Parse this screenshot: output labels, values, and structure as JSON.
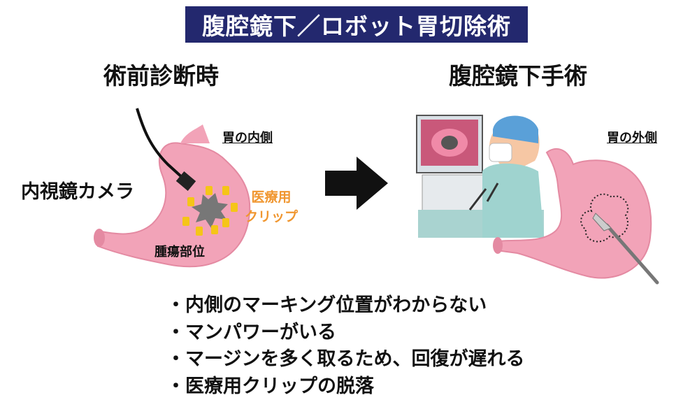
{
  "title": "腹腔鏡下／ロボット胃切除術",
  "left": {
    "heading": "術前診断時",
    "inside_label": "胃の内側",
    "camera_label": "内視鏡カメラ",
    "clip_label_1": "医療用",
    "clip_label_2": "クリップ",
    "tumor_label": "腫瘍部位"
  },
  "right": {
    "heading": "腹腔鏡下手術",
    "outside_label": "胃の外側"
  },
  "bullets": [
    "・内側のマーキング位置がわからない",
    "・マンパワーがいる",
    "・マージンを多く取るため、回復が遅れる",
    "・医療用クリップの脱落"
  ],
  "colors": {
    "title_bg": "#23286e",
    "stomach": "#f2a3b8",
    "clip": "#f5c518",
    "clip_text": "#f0962f",
    "tumor": "#777777"
  }
}
